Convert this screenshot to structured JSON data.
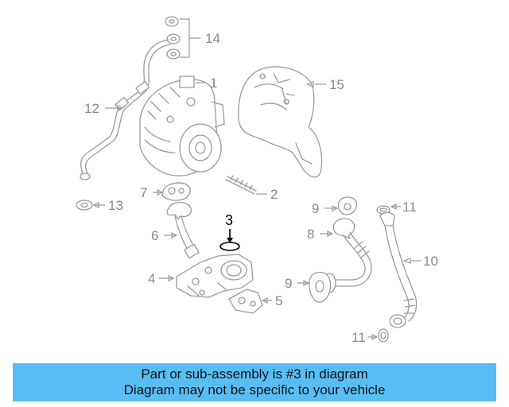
{
  "callouts": {
    "c1": "1",
    "c2": "2",
    "c3": "3",
    "c4": "4",
    "c5": "5",
    "c6": "6",
    "c7": "7",
    "c8": "8",
    "c9a": "9",
    "c9b": "9",
    "c10": "10",
    "c11a": "11",
    "c11b": "11",
    "c12": "12",
    "c13": "13",
    "c14": "14",
    "c15": "15"
  },
  "highlighted_part": "3",
  "banner": {
    "line1": "Part or sub-assembly is #3 in diagram",
    "line2": "Diagram may not be specific to your vehicle",
    "color": "#58bdf5"
  },
  "colors": {
    "line": "#9a9a9a",
    "highlight": "#000000"
  }
}
